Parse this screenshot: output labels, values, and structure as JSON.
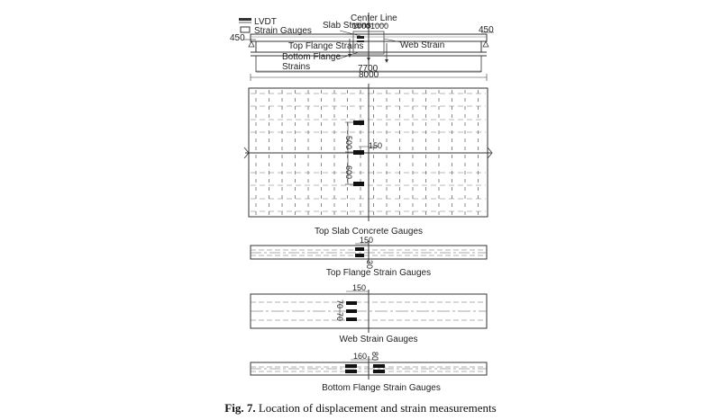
{
  "legend": {
    "lvdt": "LVDT",
    "strain_gauges": "Strain Gauges"
  },
  "elevation": {
    "slab_strains": "Slab Strains",
    "center_line": "Center Line",
    "top_flange_strains": "Top Flange Strains",
    "web_strain": "Web Strain",
    "bottom_flange": "Bottom Flange",
    "strains": "Strains",
    "dim_left_1000": "1000",
    "dim_right_1000": "1000",
    "dim_450_left": "450",
    "dim_450_right": "450",
    "dim_7700": "7700",
    "dim_8000": "8000"
  },
  "slab_plan": {
    "title": "Top Slab Concrete Gauges",
    "dim_500": "500",
    "dim_150": "150",
    "dim_600": "600"
  },
  "top_flange": {
    "title": "Top Flange Strain Gauges",
    "dim_150": "150",
    "dim_30": "30"
  },
  "web": {
    "title": "Web Strain Gauges",
    "dim_150": "150",
    "dim_70a": "70",
    "dim_70b": "70"
  },
  "bottom_flange": {
    "title": "Bottom Flange Strain Gauges",
    "dim_160": "160",
    "dim_80": "80"
  },
  "caption": {
    "fig": "Fig. 7.",
    "text": "Location of displacement and strain measurements"
  }
}
